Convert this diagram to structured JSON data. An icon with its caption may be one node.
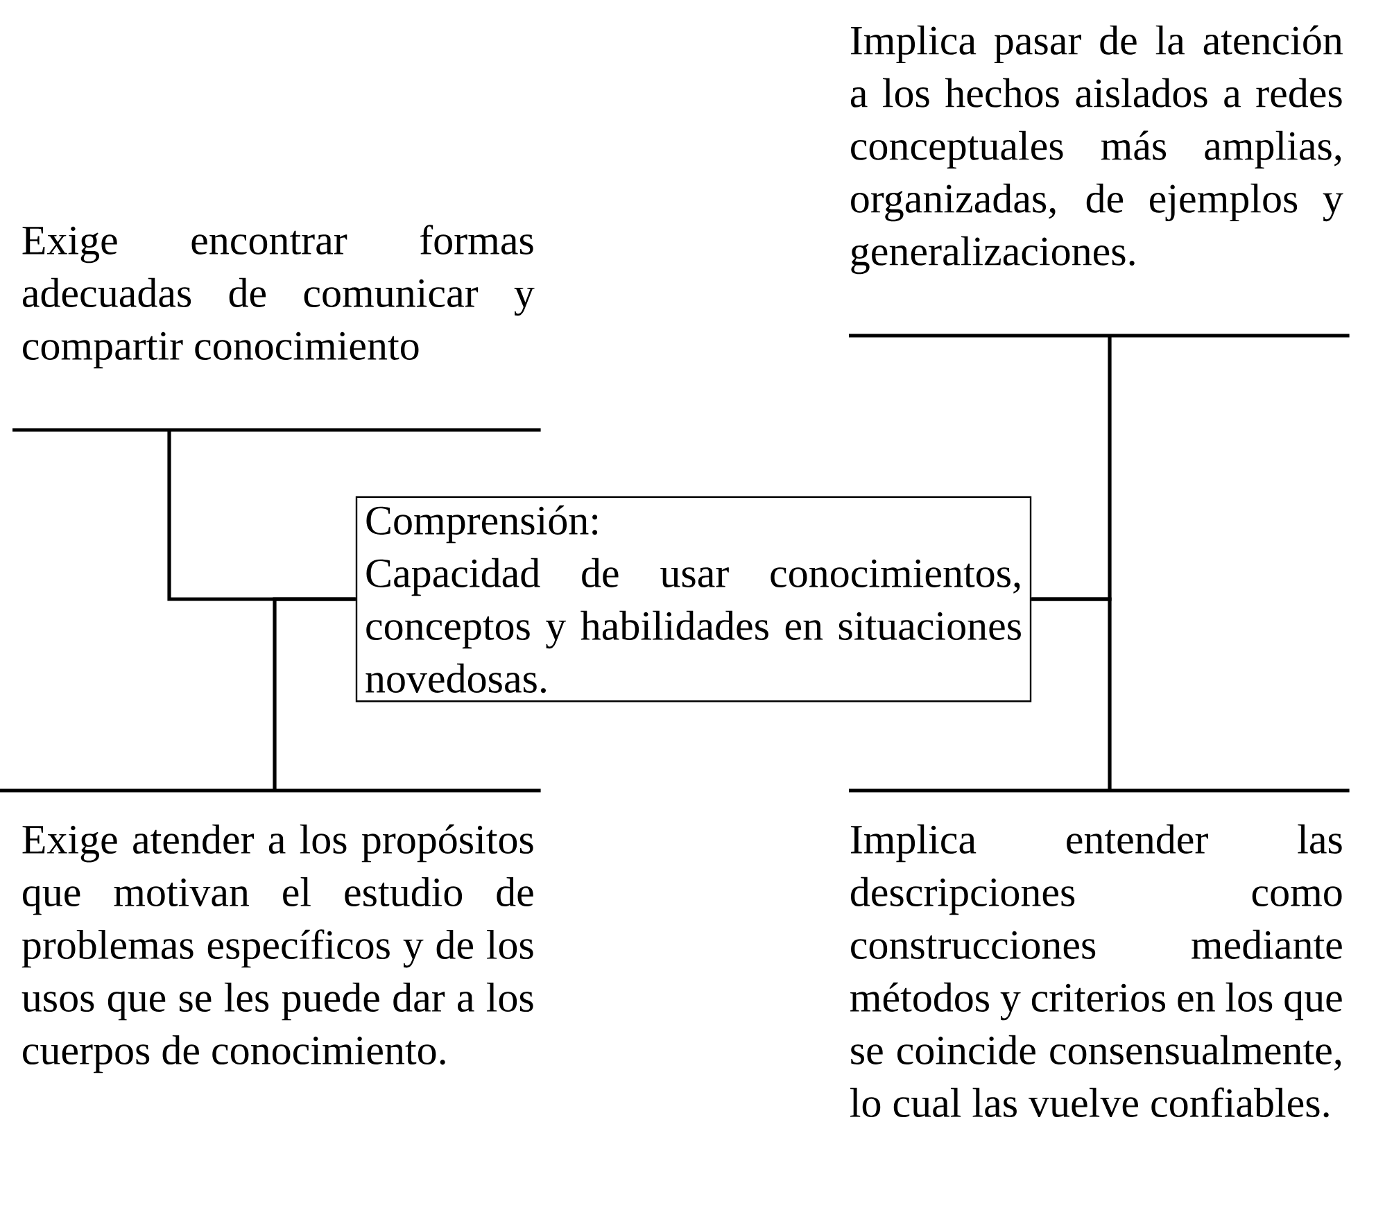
{
  "diagram": {
    "nodes": [
      {
        "text": [
          "Exige encontrar formas adecuadas de comunicar y compartir conocimiento"
        ]
      },
      {
        "text": [
          "Implica pasar de la atención a los hechos aislados a redes conceptuales más amplias, organizadas, de ejemplos y generalizaciones."
        ]
      },
      {
        "text": [
          "Comprensión:",
          "Capacidad de usar conocimientos, conceptos y habilidades en situaciones novedosas."
        ]
      },
      {
        "text": [
          "Exige atender a los propósitos que motivan el estudio de problemas específicos y de los usos que se les puede dar a los cuerpos de conocimiento."
        ]
      },
      {
        "text": [
          "Implica entender las descripciones como construcciones mediante métodos y criterios en los que se coincide consensualmente, lo cual las vuelve confiables."
        ]
      }
    ],
    "edges": [
      {
        "from": 0,
        "to": 2,
        "arrow": "none"
      },
      {
        "from": 3,
        "to": 2,
        "arrow": "none"
      },
      {
        "from": 1,
        "to": 2,
        "arrow": "none"
      },
      {
        "from": 4,
        "to": 2,
        "arrow": "none"
      }
    ]
  }
}
